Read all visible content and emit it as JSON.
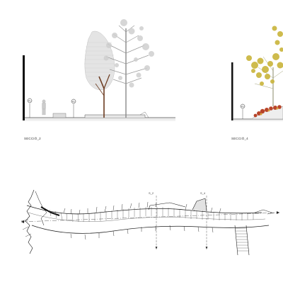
{
  "sections": [
    {
      "id": "section-2",
      "caption": "SECCIÓ_2"
    },
    {
      "id": "section-4",
      "caption": "SECCIÓ_4"
    }
  ],
  "plan": {
    "cut_labels": [
      "S_2",
      "S_4"
    ]
  },
  "markers": [
    "P1",
    "P2",
    "P3"
  ],
  "colors": {
    "ink": "#1a1a1a",
    "tree_trunk": "#6b3a1f",
    "foliage_grey": "#c9c9c9",
    "foliage_yellow": "#c9b43a",
    "planter_red": "#b8452a",
    "ground": "#7a7a7a"
  }
}
